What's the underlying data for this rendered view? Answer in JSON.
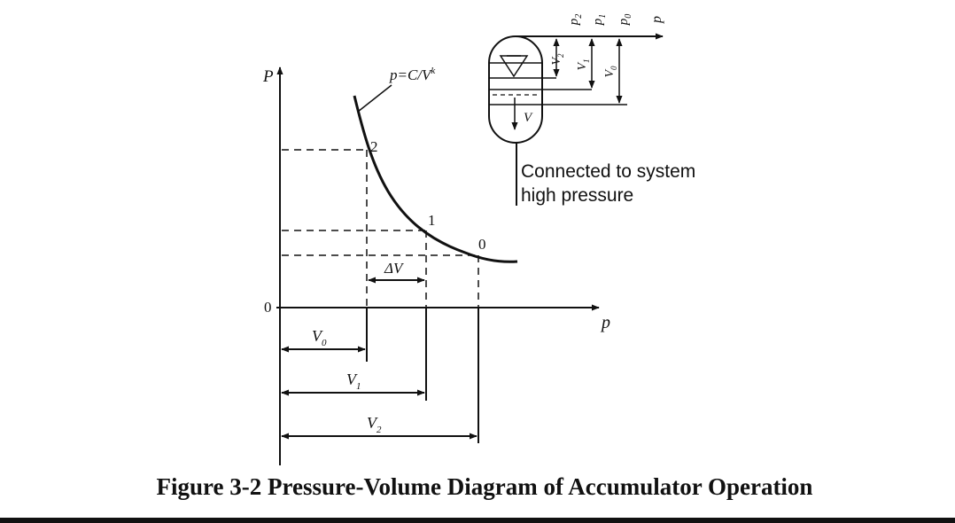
{
  "caption": "Figure 3-2 Pressure-Volume Diagram of Accumulator Operation",
  "graph": {
    "y_axis_label": "P",
    "x_axis_label": "p",
    "origin_label": "0",
    "curve_label": "p=C/V",
    "curve_label_exp": "k",
    "points": [
      {
        "label": "2"
      },
      {
        "label": "1"
      },
      {
        "label": "0"
      }
    ],
    "delta_label": "ΔV",
    "volume_labels": [
      {
        "base": "V",
        "sub": "0"
      },
      {
        "base": "V",
        "sub": "1"
      },
      {
        "base": "V",
        "sub": "2"
      }
    ]
  },
  "accumulator": {
    "volume_flow_label": "V",
    "right_axis_label": "p",
    "pressure_labels": [
      {
        "base": "p",
        "sub": "2"
      },
      {
        "base": "p",
        "sub": "1"
      },
      {
        "base": "p",
        "sub": "0"
      }
    ],
    "level_labels": [
      {
        "base": "V",
        "sub": "2"
      },
      {
        "base": "V",
        "sub": "1"
      },
      {
        "base": "V",
        "sub": "0"
      }
    ],
    "connection_line1": "Connected to system",
    "connection_line2": "high pressure"
  },
  "colors": {
    "ink": "#111111",
    "background": "#ffffff"
  }
}
